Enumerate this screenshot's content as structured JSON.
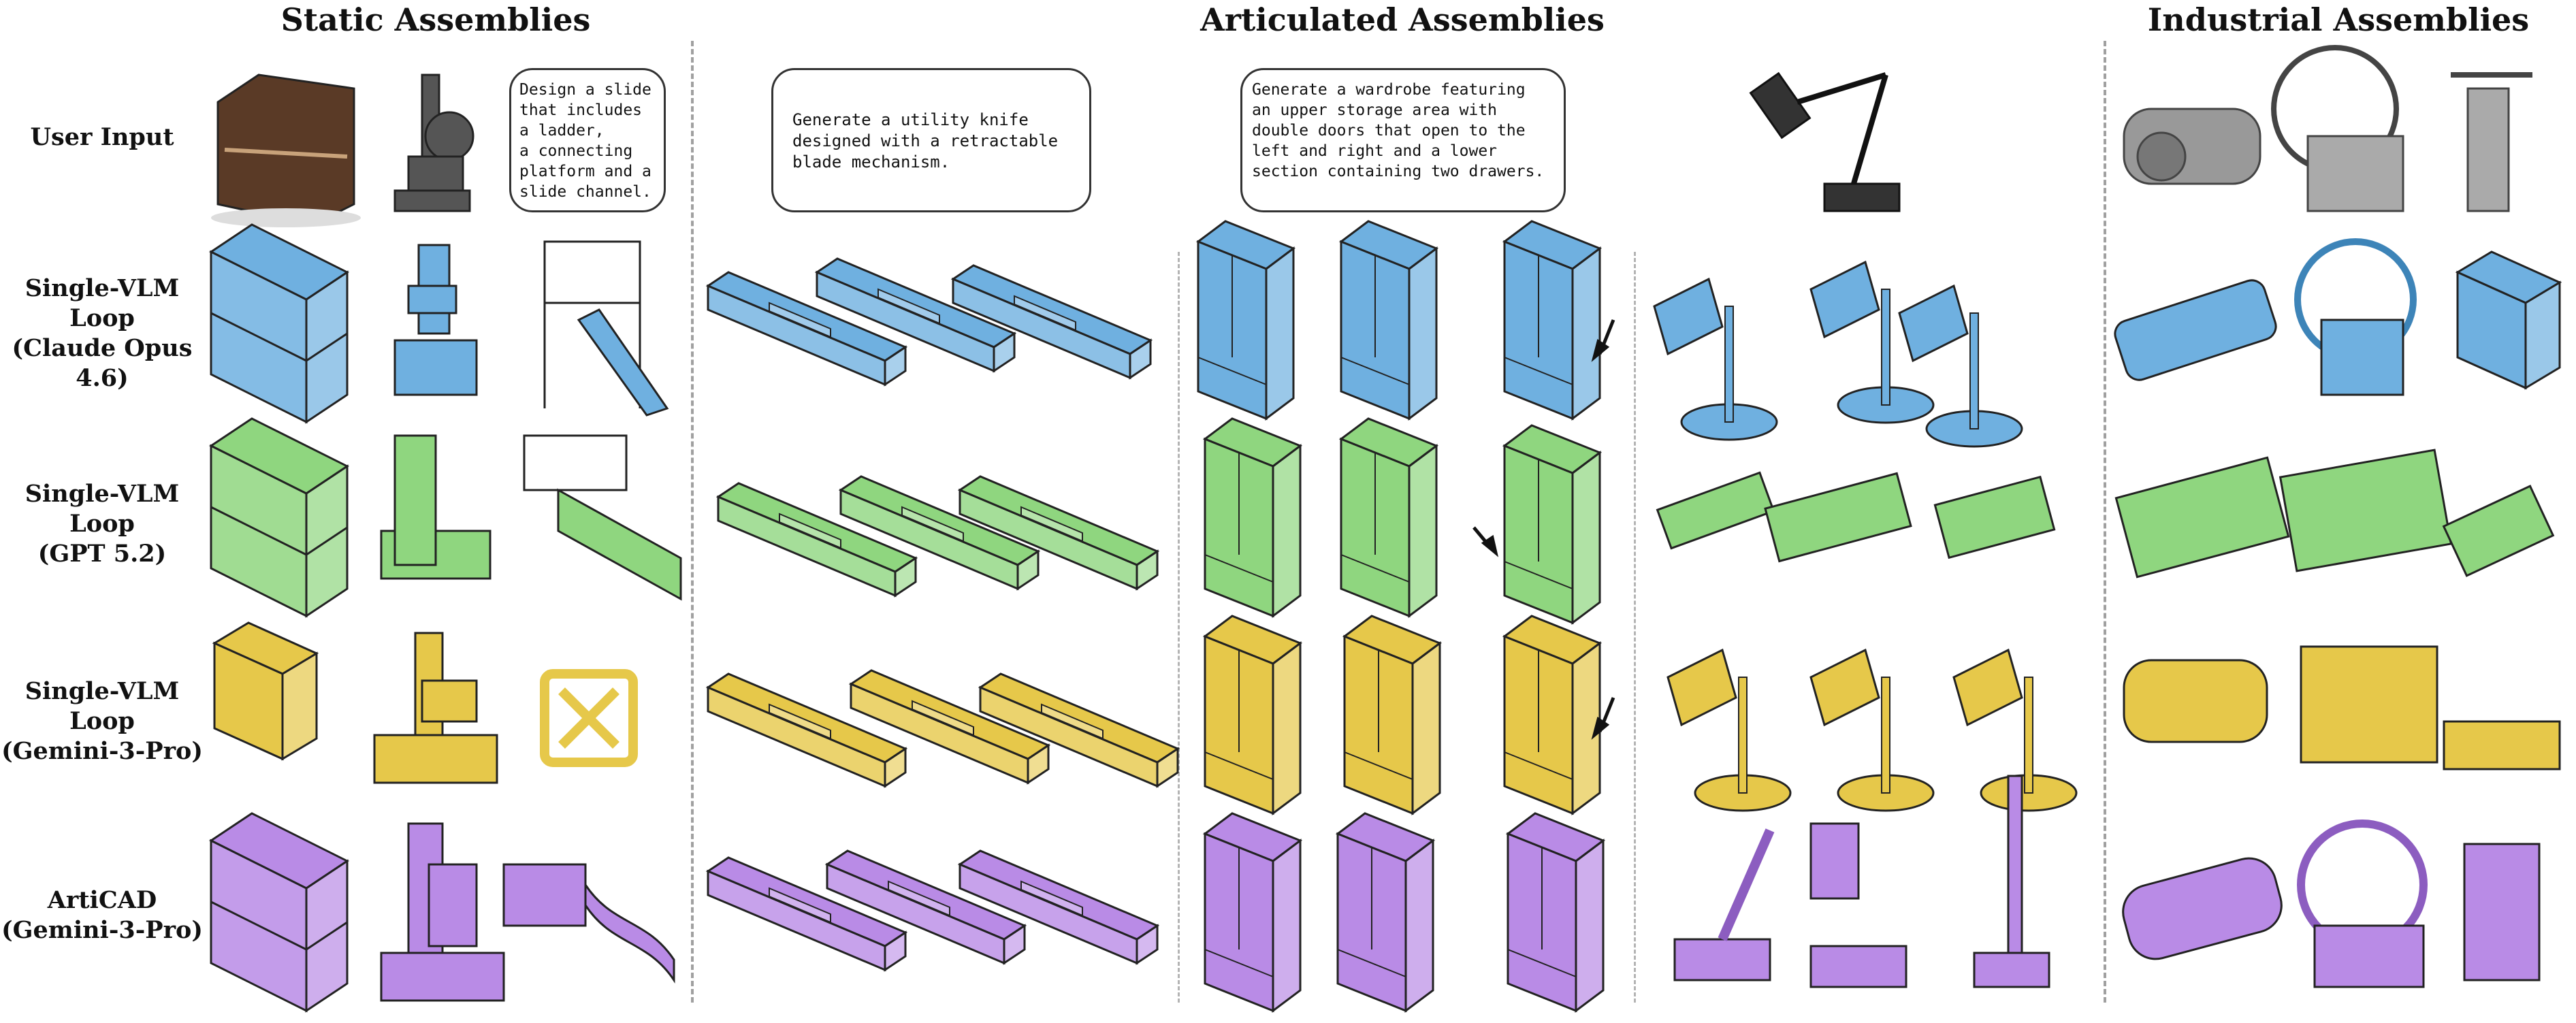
{
  "sections": [
    {
      "title": "Static Assemblies"
    },
    {
      "title": "Articulated Assemblies"
    },
    {
      "title": "Industrial Assemblies"
    }
  ],
  "rows": [
    {
      "label_line1": "User Input",
      "label_line2": ""
    },
    {
      "label_line1": "Single-VLM Loop",
      "label_line2": "(Claude Opus 4.6)"
    },
    {
      "label_line1": "Single-VLM Loop",
      "label_line2": "(GPT 5.2)"
    },
    {
      "label_line1": "Single-VLM Loop",
      "label_line2": "(Gemini-3-Pro)"
    },
    {
      "label_line1": "ArtiCAD",
      "label_line2": "(Gemini-3-Pro)"
    }
  ],
  "prompts": {
    "slide": "Design a slide\nthat includes\na ladder,\na connecting\nplatform and a\nslide channel.",
    "knife": "Generate a utility knife\ndesigned with a retractable\nblade mechanism.",
    "wardrobe": "Generate a wardrobe featuring\nan upper storage area with\ndouble doors that open to the\nleft and right and a lower\nsection containing two drawers."
  },
  "colors": {
    "blue": "#6fb0e0",
    "green": "#8fd67f",
    "yellow": "#e6c84a",
    "purple": "#b98be6",
    "gray": "#9a9a9a",
    "wood": "#5a3a26"
  }
}
